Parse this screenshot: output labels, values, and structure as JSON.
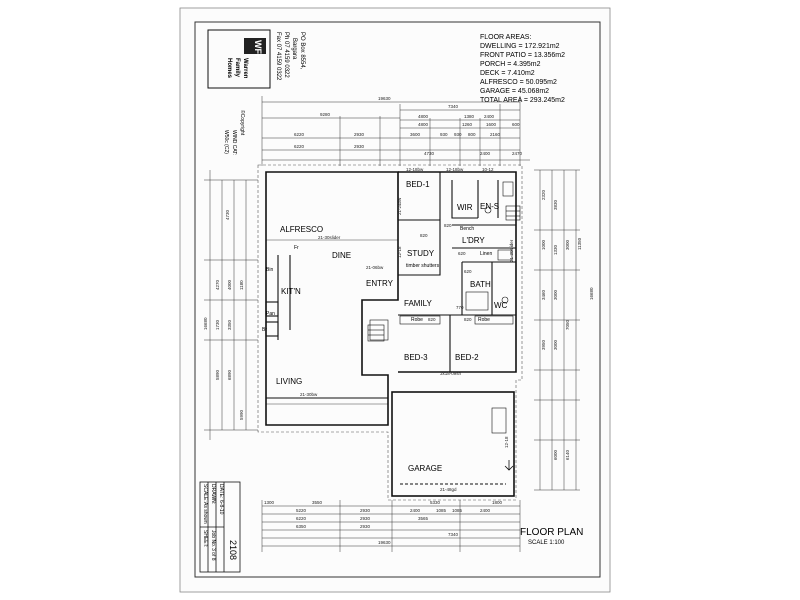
{
  "areas": {
    "heading": "FLOOR AREAS:",
    "lines": [
      "DWELLING = 172.921m2",
      "FRONT PATIO = 13.356m2",
      "PORCH = 4.395m2",
      "DECK = 7.410m2",
      "ALFRESCO = 50.095m2",
      "GARAGE = 45.068m2",
      "TOTAL AREA = 293.245m2"
    ]
  },
  "company": {
    "logo_text": "WFH",
    "name_lines": [
      "Warren",
      "Family",
      "Homes"
    ],
    "po_box": "PO Box 8554,",
    "town": "Bargara",
    "phone": "Ph 07 4159 0322",
    "fax": "Fax 07 4159 0322",
    "copyright": "©Copyright",
    "wind_label": "WIND CAT:",
    "wind_value": "W50c (C2)"
  },
  "rooms": {
    "alfresco": "ALFRESCO",
    "dine": "DINE",
    "kitchen": "KIT'N",
    "living": "LIVING",
    "entry": "ENTRY",
    "study": "STUDY",
    "bed1": "BED-1",
    "wir": "WIR",
    "ens": "EN-S",
    "ldry": "L'DRY",
    "bath": "BATH",
    "wc": "WC",
    "family": "FAMILY",
    "bed3": "BED-3",
    "bed2": "BED-2",
    "garage": "GARAGE"
  },
  "notes": {
    "robe_a": "Robe",
    "robe_b": "Robe",
    "linen": "Linen",
    "bench": "Bench",
    "pan": "Pan",
    "fr": "Fr",
    "timber_shutters": "timber shutters",
    "bin": "Bin",
    "br": "Br"
  },
  "dims": {
    "top": [
      "19630",
      "7340",
      "9280",
      "4800",
      "1380",
      "2400",
      "4800",
      "1260",
      "1600",
      "600",
      "6220",
      "2930",
      "3600",
      "930",
      "930",
      "800",
      "2160",
      "6220",
      "2930",
      "4730",
      "2400",
      "2470"
    ],
    "bottom": [
      "1300",
      "3550",
      "5330",
      "1800",
      "5220",
      "2930",
      "2400",
      "1085",
      "1085",
      "2400",
      "6220",
      "2930",
      "3565",
      "6350",
      "2930",
      "7340",
      "19630"
    ],
    "left": [
      "4730",
      "4270",
      "4000",
      "1180",
      "1730",
      "3350",
      "5890",
      "6890",
      "16680",
      "5990"
    ],
    "right": [
      "2320",
      "3830",
      "1000",
      "1330",
      "3000",
      "3460",
      "3000",
      "3950",
      "3000",
      "7050",
      "6000",
      "6140",
      "16680",
      "11350"
    ],
    "inside": [
      "12-18bw",
      "12-18bw",
      "10-12",
      "21-30slider",
      "21-24bw",
      "12-18",
      "21-06bw",
      "820",
      "820",
      "820",
      "820",
      "620",
      "620",
      "770",
      "21-30slider",
      "3x18-09sh",
      "21-30bw",
      "21-48gd",
      "12-18"
    ]
  },
  "plan_title": "FLOOR PLAN",
  "plan_scale": "SCALE 1:100",
  "title_block": {
    "scale_label": "SCALE:",
    "scale_value": "As shown",
    "drawn_label": "DRAWN:",
    "date_label": "DATE:",
    "date_value": "6-8-10",
    "job_label": "Job No.",
    "sheet_label": "SHEET:",
    "sheet_value": "3 of 8",
    "job_no": "2108"
  }
}
